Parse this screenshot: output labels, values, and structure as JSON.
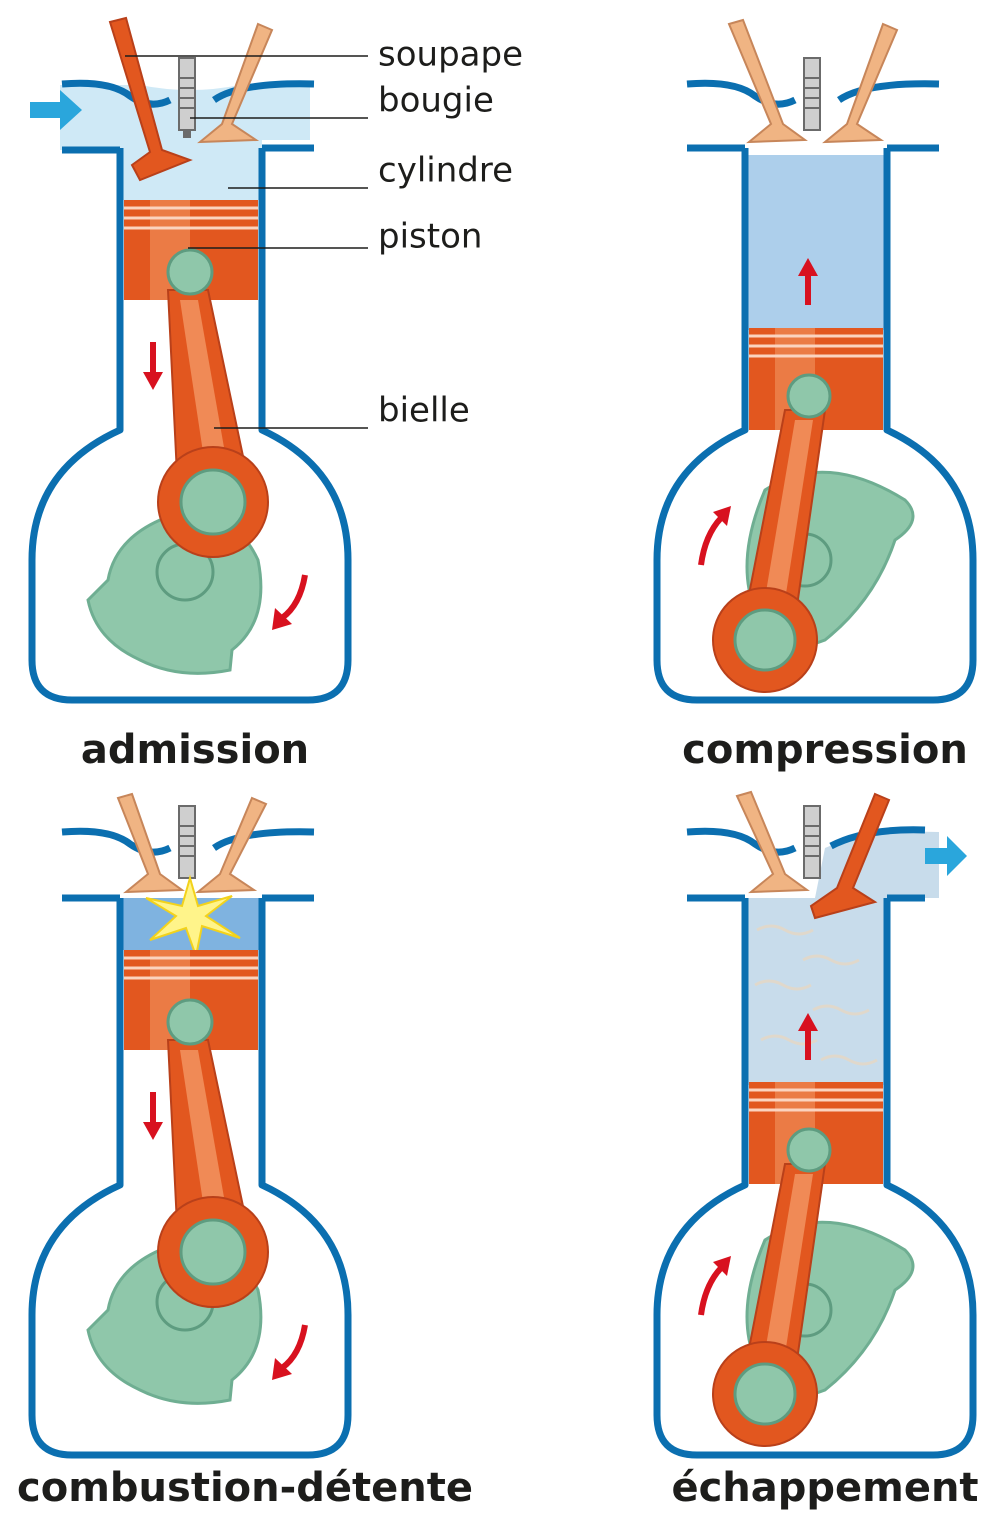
{
  "labels": {
    "valve": "soupape",
    "spark_plug": "bougie",
    "cylinder": "cylindre",
    "piston": "piston",
    "rod": "bielle"
  },
  "strokes": [
    {
      "id": "intake",
      "caption": "admission"
    },
    {
      "id": "compression",
      "caption": "compression"
    },
    {
      "id": "combustion",
      "caption": "combustion-détente"
    },
    {
      "id": "exhaust",
      "caption": "échappement"
    }
  ],
  "colors": {
    "engine_outline": "#0b6fb0",
    "piston": "#e2571f",
    "piston_highlight": "#f08a56",
    "crank": "#8fc7aa",
    "crank_dark": "#6fae92",
    "valve": "#f0b483",
    "motion_arrow": "#d8111f",
    "flow_arrow": "#2aa6dc",
    "intake_gas": "#cfe9f6",
    "compressed_gas": "#6aa8da",
    "combustion_gas": "#7fb3e0",
    "spark": "#fff48a",
    "exhaust_gas": "#c8dceb"
  }
}
